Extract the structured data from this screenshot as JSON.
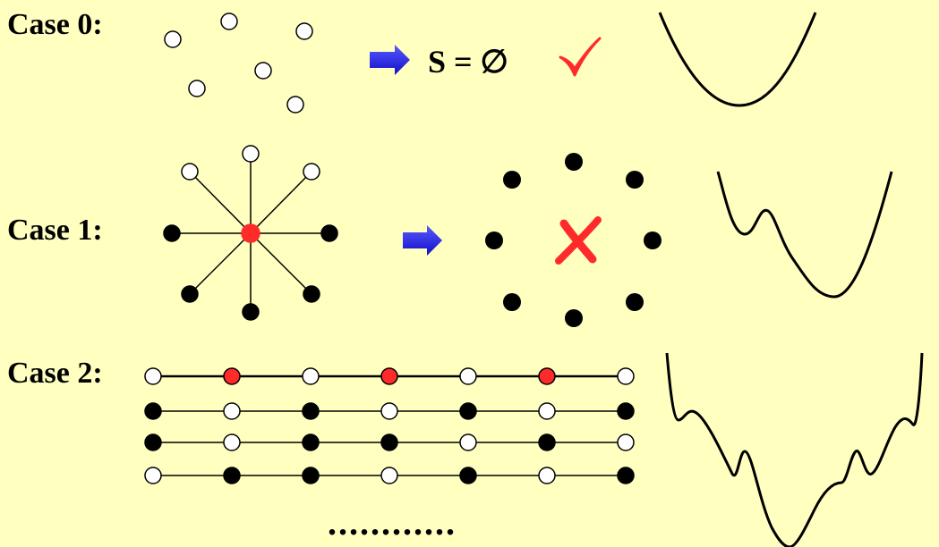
{
  "cases": [
    {
      "label": "Case 0:"
    },
    {
      "label": "Case 1:"
    },
    {
      "label": "Case 2:"
    }
  ],
  "case0": {
    "result_text": "S = ∅",
    "result_icon": "check-mark-icon"
  },
  "case1": {
    "result_icon": "cross-mark-icon"
  },
  "case2": {
    "rows": [
      [
        "empty",
        "red",
        "empty",
        "red",
        "empty",
        "red",
        "empty"
      ],
      [
        "filled",
        "empty",
        "filled",
        "empty",
        "filled",
        "empty",
        "filled"
      ],
      [
        "filled",
        "empty",
        "filled",
        "filled",
        "empty",
        "filled",
        "empty"
      ],
      [
        "empty",
        "filled",
        "filled",
        "empty",
        "filled",
        "empty",
        "filled"
      ]
    ]
  },
  "continuation": "............",
  "colors": {
    "background": "#FFFFC0",
    "arrow": "#1A1AE6",
    "highlight": "#FF2A2A",
    "filled_node": "#000000",
    "empty_node_fill": "#FFFFFF",
    "line": "#000000"
  }
}
